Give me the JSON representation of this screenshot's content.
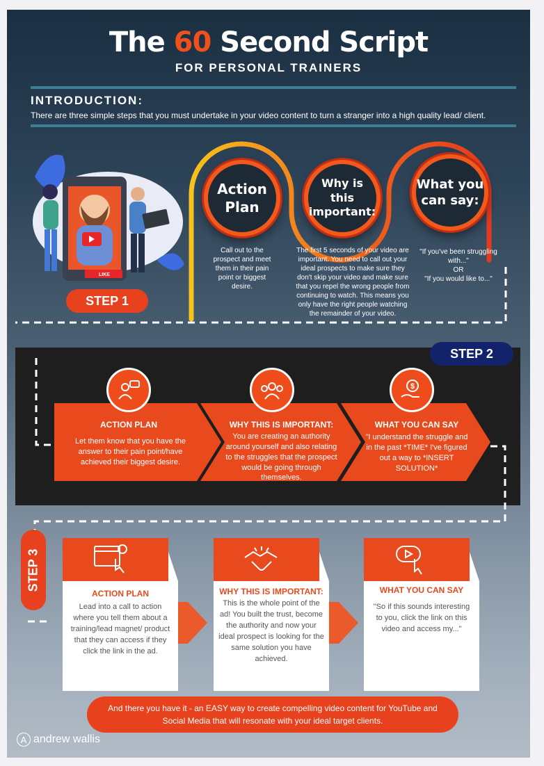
{
  "header": {
    "title_pre": "The ",
    "title_num": "60",
    "title_post": " Second Script",
    "subtitle": "FOR PERSONAL TRAINERS"
  },
  "intro": {
    "heading": "INTRODUCTION:",
    "text": "There are three simple steps that you must undertake in your video content to turn a stranger into a high quality lead/ client."
  },
  "step1": {
    "label": "STEP 1",
    "illustration_badge": "LIKE",
    "rings": [
      {
        "line1": "Action",
        "line2": "Plan"
      },
      {
        "line1": "Why is this",
        "line2": "important:"
      },
      {
        "line1": "What you",
        "line2": "can say:"
      }
    ],
    "desc_action": "Call out to the prospect and meet them in their pain point or biggest desire.",
    "desc_why": "The first 5 seconds of your video are important. You need to call out your ideal prospects to make sure they don't skip your video and make sure that you repel the wrong people from continuing to watch. This means you only have the right people watching the remainder of your video.",
    "desc_say_1": "\"If you've been struggling with...\"",
    "desc_say_or": "OR",
    "desc_say_2": "\"If you would like to...\""
  },
  "step2": {
    "label": "STEP 2",
    "items": [
      {
        "title": "ACTION PLAN",
        "text": "Let them know that you have the answer to their pain point/have achieved their biggest desire.",
        "icon": "speaker-icon"
      },
      {
        "title": "WHY THIS IS IMPORTANT:",
        "text": "You are creating an authority around yourself and also relating to the struggles that the prospect would be going through themselves.",
        "icon": "group-icon"
      },
      {
        "title": "WHAT YOU CAN SAY",
        "text": "\"I understand the struggle and in the past *TIME* I've figured out a way to *INSERT SOLUTION*",
        "icon": "money-hand-icon"
      }
    ]
  },
  "step3": {
    "label": "STEP 3",
    "items": [
      {
        "title": "ACTION PLAN",
        "text": "Lead into a call to action where you tell them about a training/lead magnet/ product that they can access if they click the link in the ad.",
        "icon": "click-window-icon"
      },
      {
        "title": "WHY THIS IS IMPORTANT:",
        "text": "This is the whole point of the ad! You built the trust, become the authority and now your ideal prospect is looking for the same solution you have achieved.",
        "icon": "handshake-icon"
      },
      {
        "title": "WHAT YOU CAN SAY",
        "text": "\"So if this sounds interesting to you, click the link on this video and access my...\"",
        "icon": "play-click-icon"
      }
    ]
  },
  "footer": {
    "text": "And there you have it - an EASY way to create compelling video content for YouTube and Social Media that will resonate with your ideal target clients.",
    "logo_letter": "A",
    "logo_text": "andrew wallis"
  },
  "colors": {
    "accent": "#e8411d",
    "navy": "#13236b",
    "dark_band": "#1e1e1f",
    "rule": "#3f7d97"
  }
}
